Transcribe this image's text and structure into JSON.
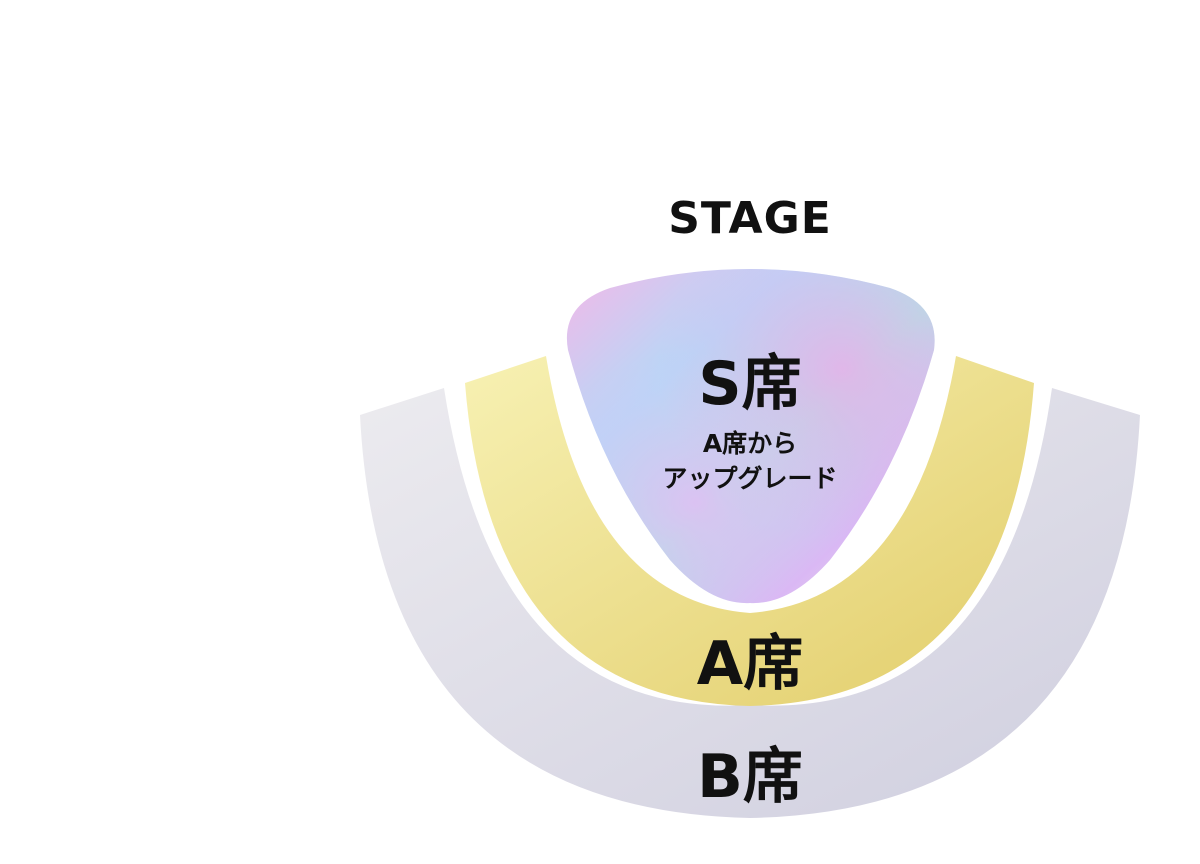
{
  "stage": {
    "label": "STAGE"
  },
  "zones": {
    "s": {
      "label": "S席",
      "note_line1": "A席から",
      "note_line2": "アップグレード",
      "colors": [
        "#f3b8e8",
        "#b6d8f7",
        "#a9e8e4",
        "#d8b8f4",
        "#f7f3e1"
      ]
    },
    "a": {
      "label": "A席",
      "colors": [
        "#f7f1b3",
        "#e2cd6a"
      ]
    },
    "b": {
      "label": "B席",
      "colors": [
        "#ecebef",
        "#cfcedf"
      ]
    }
  },
  "background": "#ffffff"
}
